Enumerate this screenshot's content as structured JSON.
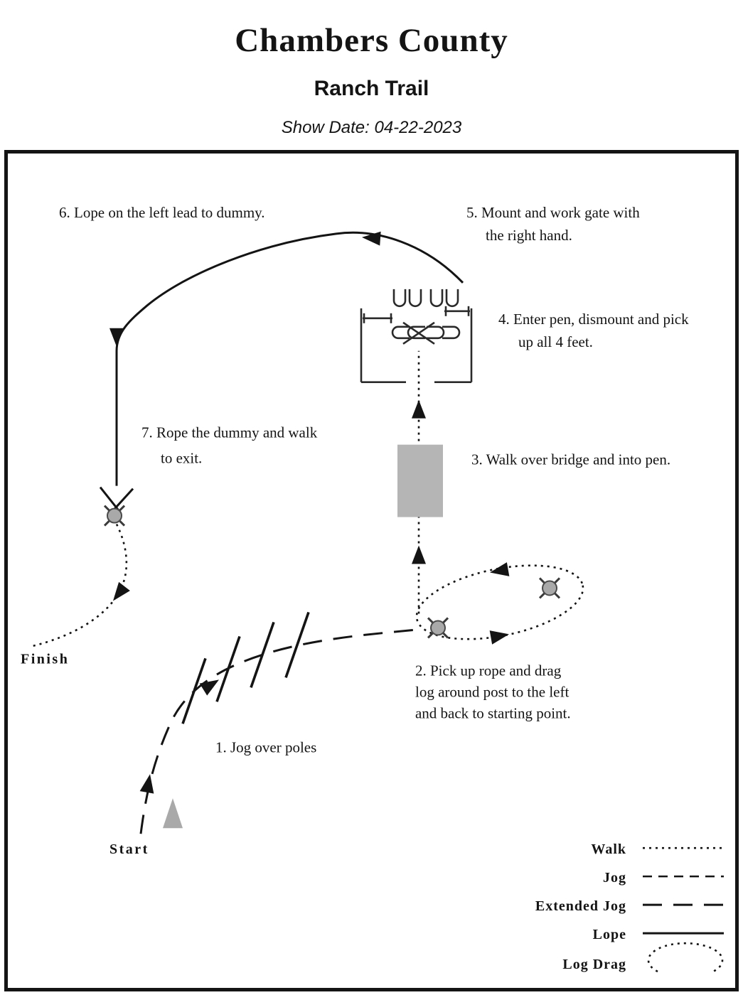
{
  "header": {
    "title": "Chambers County",
    "subtitle": "Ranch Trail",
    "show_date": "Show Date: 04-22-2023"
  },
  "course": {
    "start_label": "Start",
    "finish_label": "Finish",
    "obstacles": [
      {
        "lines": [
          "1.  Jog over poles"
        ]
      },
      {
        "lines": [
          "2. Pick up rope and drag",
          "log around post to the left",
          "and back to starting point."
        ]
      },
      {
        "lines": [
          "3. Walk over bridge and into pen."
        ]
      },
      {
        "lines": [
          "4.  Enter pen, dismount and pick",
          "up all 4 feet."
        ]
      },
      {
        "lines": [
          "5.  Mount and work gate with",
          "the right hand."
        ]
      },
      {
        "lines": [
          "6.  Lope on the left lead to dummy."
        ]
      },
      {
        "lines": [
          "7.  Rope the dummy and walk",
          "to exit."
        ]
      }
    ]
  },
  "legend": {
    "items": [
      {
        "label": "Walk"
      },
      {
        "label": "Jog"
      },
      {
        "label": "Extended Jog"
      },
      {
        "label": "Lope"
      },
      {
        "label": "Log Drag"
      }
    ]
  },
  "colors": {
    "ink": "#141414",
    "bridge_gray": "#b5b5b5",
    "marker_gray": "#a9a9a9"
  }
}
